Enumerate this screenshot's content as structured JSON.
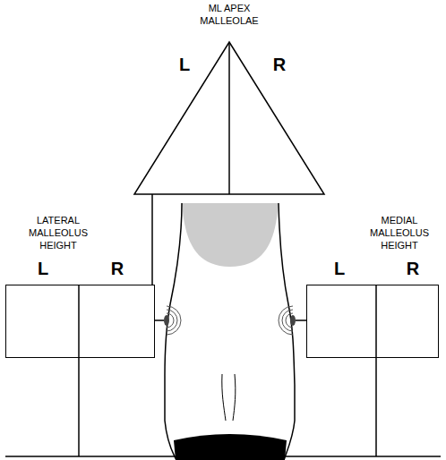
{
  "diagram": {
    "nodes": [
      {
        "text": [
          "ML APEX MALLEOLAE",
          "L",
          "R"
        ]
      },
      {
        "text": [
          "LATERAL MALLEOLUS HEIGHT",
          "L",
          "R"
        ]
      },
      {
        "text": [
          "MEDIAL MALLEOLUS HEIGHT",
          "L",
          "R"
        ]
      }
    ]
  }
}
